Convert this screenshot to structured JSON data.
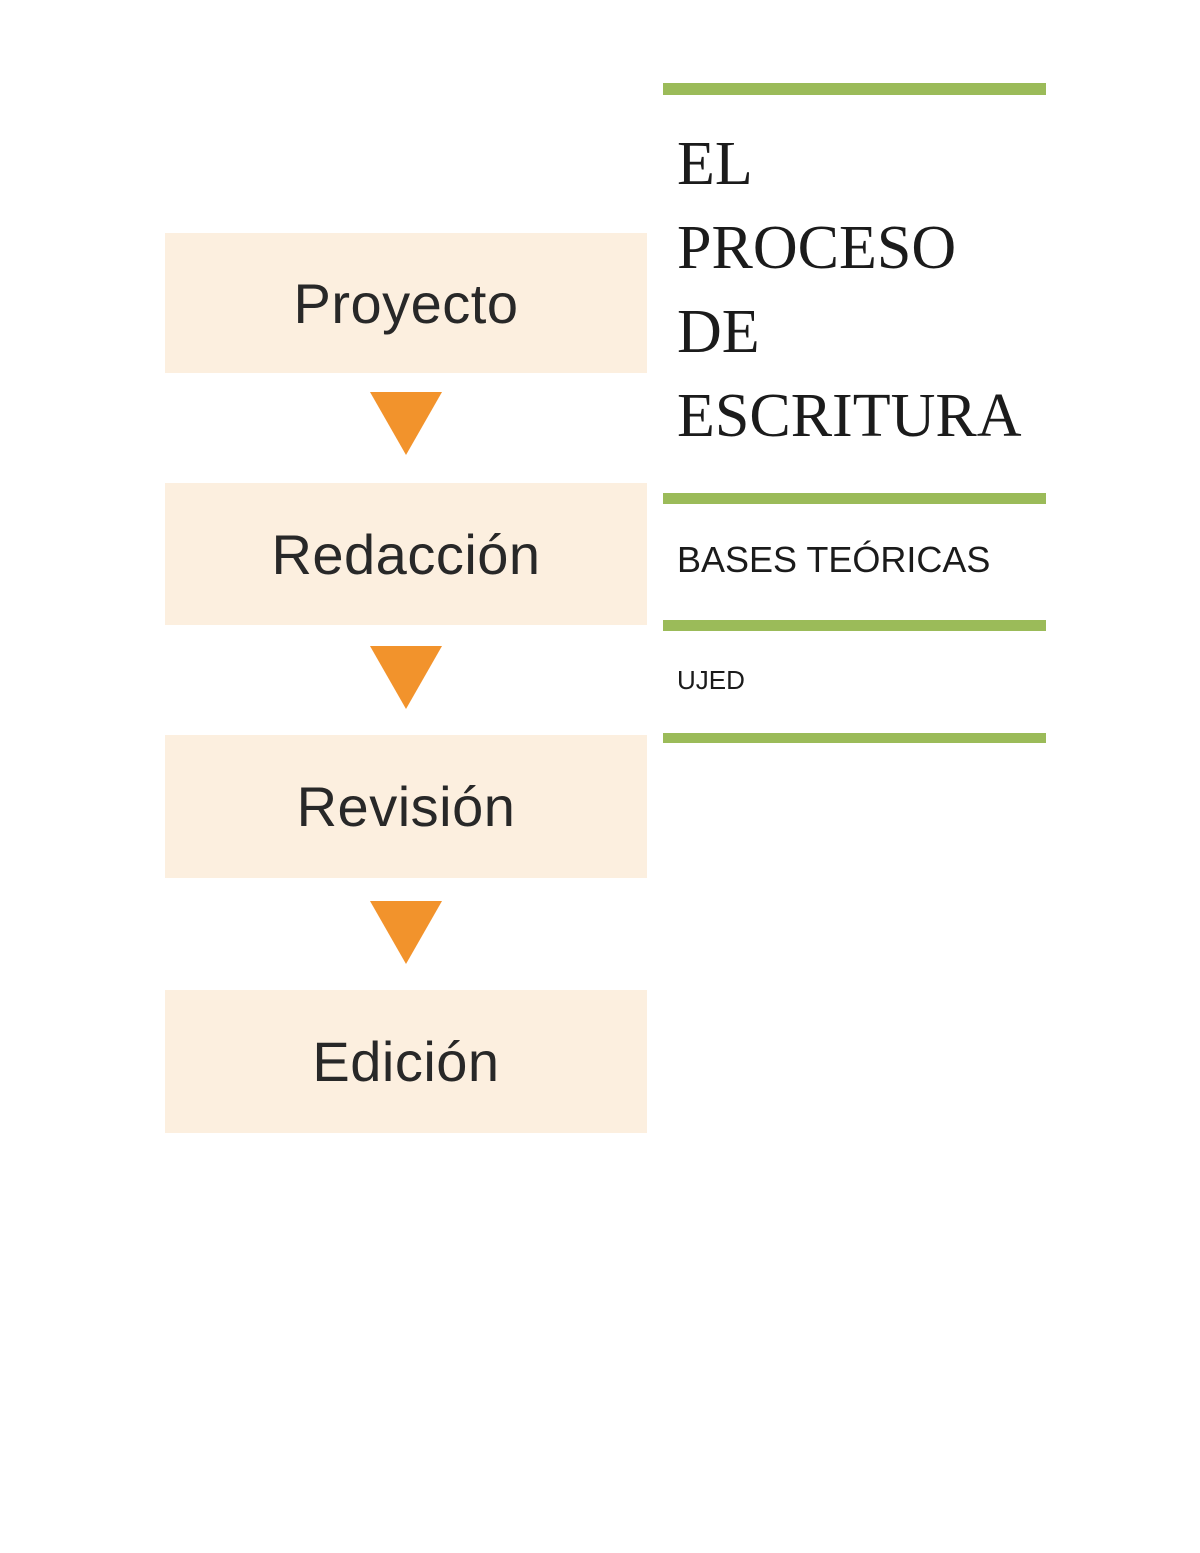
{
  "theme": {
    "accent_green": "#9BBB59",
    "accent_orange": "#F2932C",
    "box_fill": "#FCEFDF",
    "label_ink": "#282828",
    "title_ink": "#1B1B1B",
    "page_background": "#FFFFFF"
  },
  "flowchart": {
    "steps": [
      {
        "label": "Proyecto"
      },
      {
        "label": "Redacción"
      },
      {
        "label": "Revisión"
      },
      {
        "label": "Edición"
      }
    ],
    "arrow_icon": "down-triangle"
  },
  "cover": {
    "title": "EL PROCESO DE ESCRITURA",
    "title_lines": [
      "EL",
      "PROCESO",
      "DE",
      "ESCRITURA"
    ],
    "subtitle": "BASES TEÓRICAS",
    "organization": "UJED"
  }
}
